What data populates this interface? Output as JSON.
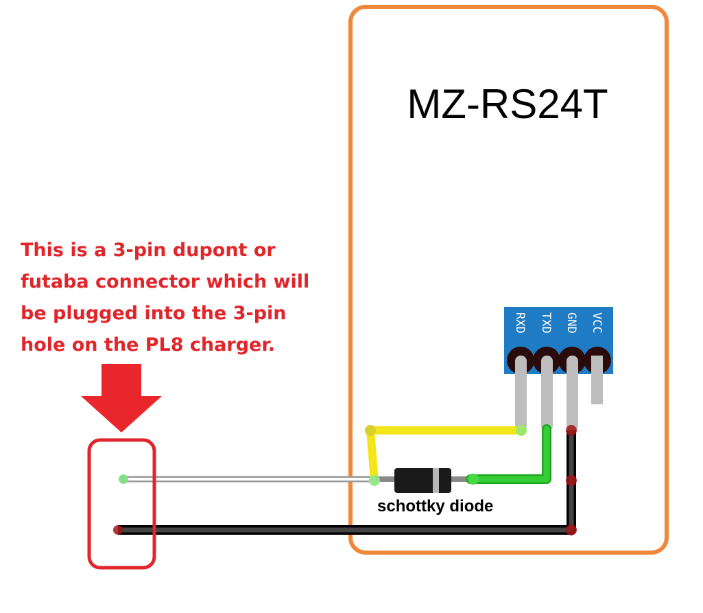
{
  "module": {
    "title": "MZ-RS24T",
    "border_color": "#f0873a"
  },
  "header": {
    "color": "#1f7bc4",
    "pins": [
      "RXD",
      "TXD",
      "GND",
      "VCC"
    ]
  },
  "diode": {
    "label": "schottky diode"
  },
  "note": {
    "lines": [
      "This is a 3-pin dupont or",
      "futaba connector which will",
      "be plugged into the 3-pin",
      "hole on the PL8 charger."
    ],
    "color": "#e0262b"
  },
  "wires": {
    "rx": "#f2e61a",
    "tx": "#2fc12f",
    "gnd": "#2b2b2b",
    "signal": "#c8c8c8"
  }
}
